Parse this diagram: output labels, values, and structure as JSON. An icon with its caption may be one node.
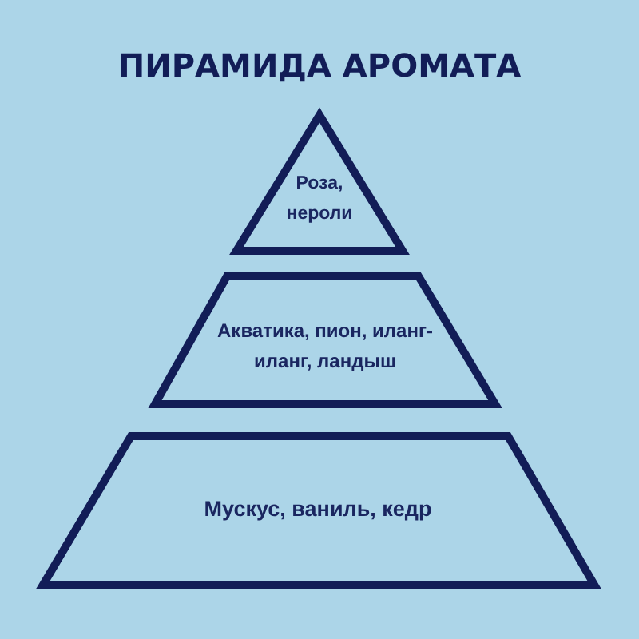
{
  "diagram": {
    "title": "ПИРАМИДА АРОМАТА",
    "nodes": [
      {
        "text": [
          "Роза, нероли"
        ]
      },
      {
        "text": [
          "Акватика, пион, иланг-иланг, ландыш"
        ]
      },
      {
        "text": [
          "Мускус, ваниль, кедр"
        ]
      }
    ]
  }
}
